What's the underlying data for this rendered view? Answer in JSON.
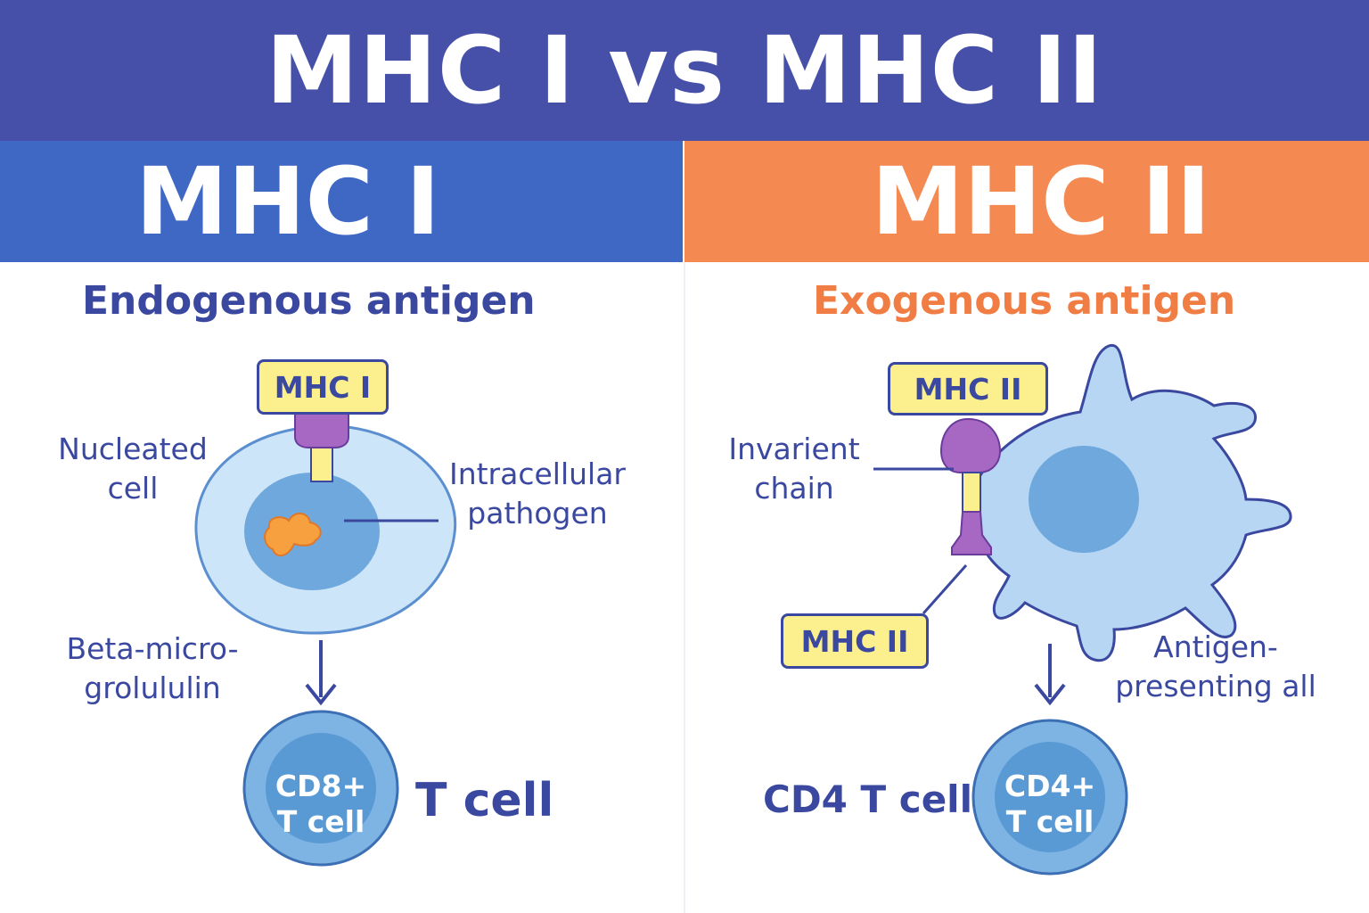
{
  "title": "MHC I vs MHC II",
  "colors": {
    "title_bar": "#4650a8",
    "mhc1_header": "#3f67c4",
    "mhc2_header": "#f48a52",
    "label_text": "#3a48a0",
    "exogenous_text": "#f07d44",
    "tag_fill": "#fbef8e",
    "molecule_purple": "#a768c4",
    "cell_light": "#c9e2f7",
    "cell_nucleus": "#6fa8dc",
    "pathogen": "#f7a040"
  },
  "mhc1": {
    "header": "MHC I",
    "antigen_type": "Endogenous antigen",
    "receptor_tag": "MHC I",
    "nucleated_cell_label": "Nucleated\ncell",
    "pathogen_label": "Intracellular\npathogen",
    "beta_label": "Beta-micro-\ngrolululin",
    "tcell_inner": "CD8+\nT cell",
    "tcell_label": "T cell"
  },
  "mhc2": {
    "header": "MHC II",
    "antigen_type": "Exogenous antigen",
    "receptor_tag_top": "MHC II",
    "invariant_label": "Invarient\nchain",
    "receptor_tag_bottom": "MHC II",
    "apc_label": "Antigen-\npresenting all",
    "tcell_inner": "CD4+\nT cell",
    "tcell_label": "CD4 T cell"
  }
}
